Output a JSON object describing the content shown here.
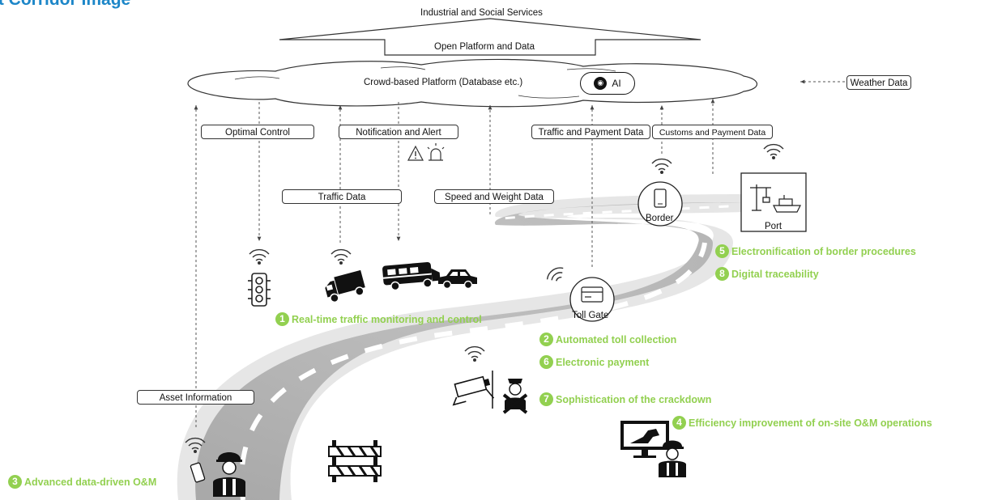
{
  "title": "art Corridor Image",
  "top": {
    "industrial": "Industrial and Social Services",
    "open_platform": "Open Platform and Data",
    "crowd_platform": "Crowd-based Platform (Database etc.)",
    "ai": "AI",
    "weather": "Weather Data"
  },
  "flows": {
    "optimal_control": "Optimal Control",
    "notification": "Notification and Alert",
    "traffic_payment": "Traffic and Payment Data",
    "customs_payment": "Customs and Payment Data",
    "traffic_data": "Traffic Data",
    "speed_weight": "Speed and Weight Data",
    "asset_info": "Asset Information"
  },
  "places": {
    "border": "Border",
    "port": "Port",
    "toll_gate": "Toll Gate"
  },
  "features": [
    {
      "num": "1",
      "label": "Real-time traffic monitoring and control"
    },
    {
      "num": "2",
      "label": "Automated toll collection"
    },
    {
      "num": "3",
      "label": "Advanced data-driven O&M"
    },
    {
      "num": "4",
      "label": "Efficiency improvement of on-site O&M operations"
    },
    {
      "num": "5",
      "label": "Electronification of border procedures"
    },
    {
      "num": "6",
      "label": "Electronic payment"
    },
    {
      "num": "7",
      "label": "Sophistication of the crackdown"
    },
    {
      "num": "8",
      "label": "Digital traceability"
    }
  ],
  "colors": {
    "title": "#1c86c8",
    "feature_green": "#92d050",
    "road": "#bdbdbd",
    "road_edge": "#d9d9d9"
  },
  "icons": [
    "traffic-light-icon",
    "truck-icon",
    "camper-van-icon",
    "car-icon",
    "wifi-icon",
    "warning-icon",
    "siren-icon",
    "phone-icon",
    "crane-icon",
    "ship-icon",
    "card-reader-icon",
    "camera-icon",
    "police-officer-icon",
    "worker-icon",
    "barricade-icon",
    "monitor-excavator-icon"
  ]
}
